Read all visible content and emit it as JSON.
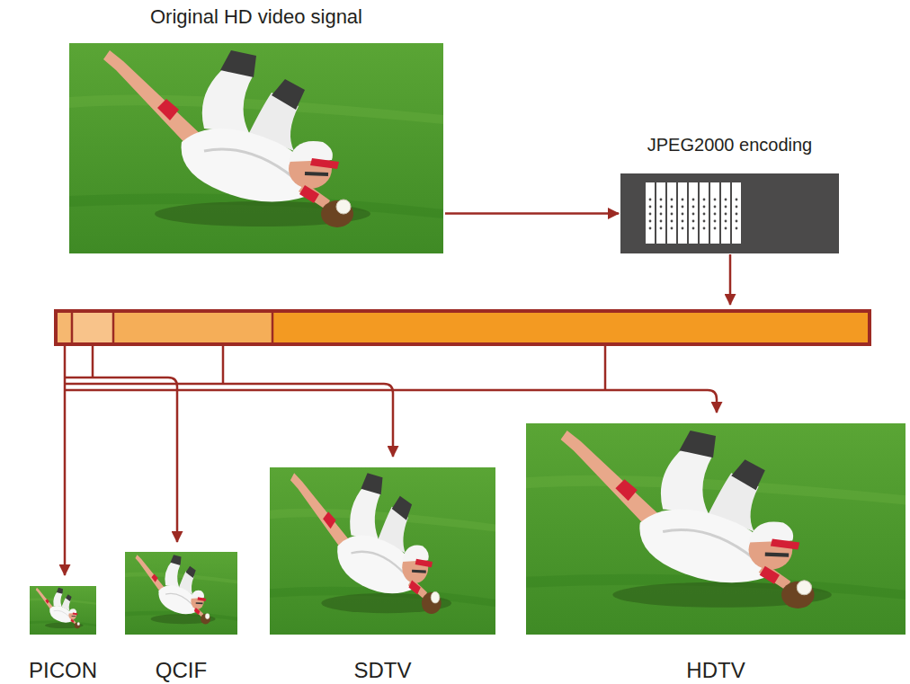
{
  "diagram": {
    "nodes": [
      {
        "text": [
          "Original HD video signal"
        ]
      },
      {
        "text": [
          "JPEG2000 encoding"
        ]
      },
      {
        "text": [
          "PICON"
        ]
      },
      {
        "text": [
          "QCIF"
        ]
      },
      {
        "text": [
          "SDTV"
        ]
      },
      {
        "text": [
          "HDTV"
        ]
      }
    ],
    "edges": [
      {
        "from": 0,
        "to": 1,
        "arrow": "to"
      }
    ]
  }
}
